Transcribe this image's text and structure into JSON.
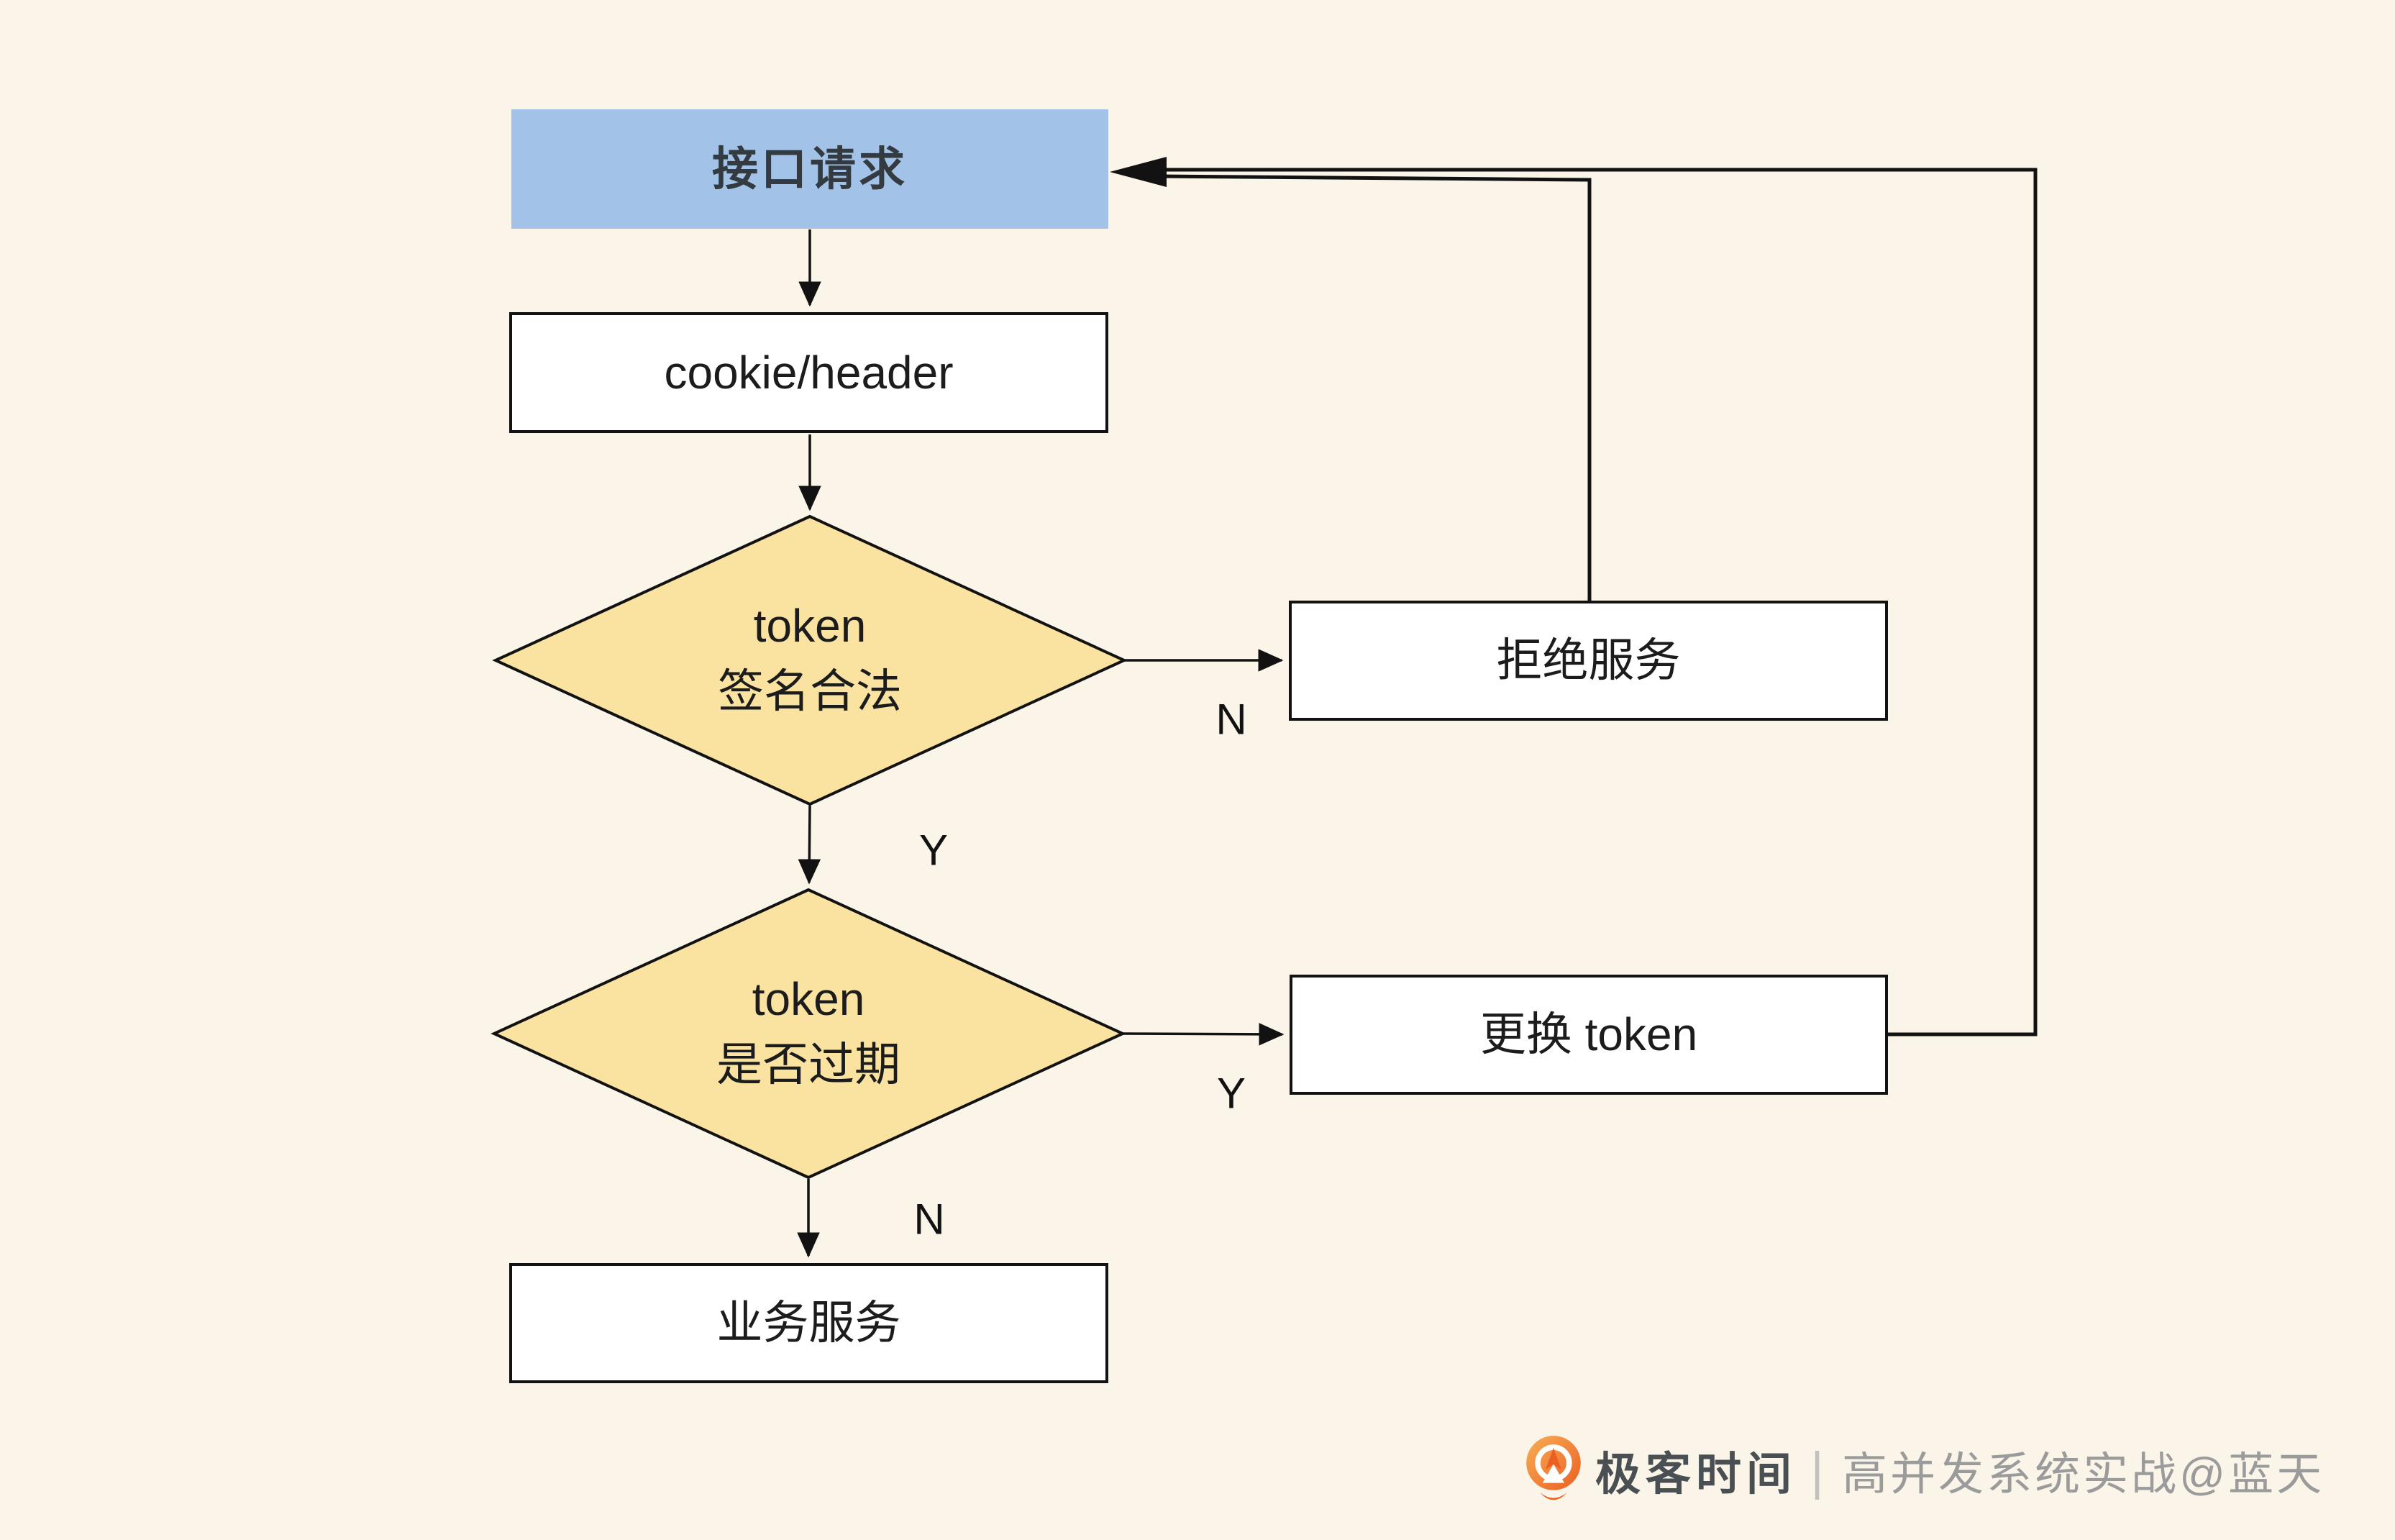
{
  "diagram": {
    "nodes": {
      "request": {
        "label": "接口请求"
      },
      "cookie_header": {
        "label": "cookie/header"
      },
      "sign_check": {
        "line1": "token",
        "line2": "签名合法"
      },
      "reject": {
        "label": "拒绝服务"
      },
      "expire_check": {
        "line1": "token",
        "line2": "是否过期"
      },
      "replace_token": {
        "label": "更换 token"
      },
      "business": {
        "label": "业务服务"
      }
    },
    "edge_labels": {
      "sign_no": "N",
      "sign_yes": "Y",
      "expire_yes": "Y",
      "expire_no": "N"
    }
  },
  "footer": {
    "brand": "极客时间",
    "divider": "|",
    "credit": "高并发系统实战@蓝天"
  },
  "colors": {
    "background": "#FAF5E8",
    "node_blue": "#A2C2E8",
    "node_yellow": "#FAE3A1",
    "node_white": "#FFFFFF",
    "stroke": "#121212",
    "text": "#1C1C1C",
    "brand_text": "#4A4F53",
    "credit_text": "#9B9B9B",
    "logo_orange": "#EB6325"
  }
}
